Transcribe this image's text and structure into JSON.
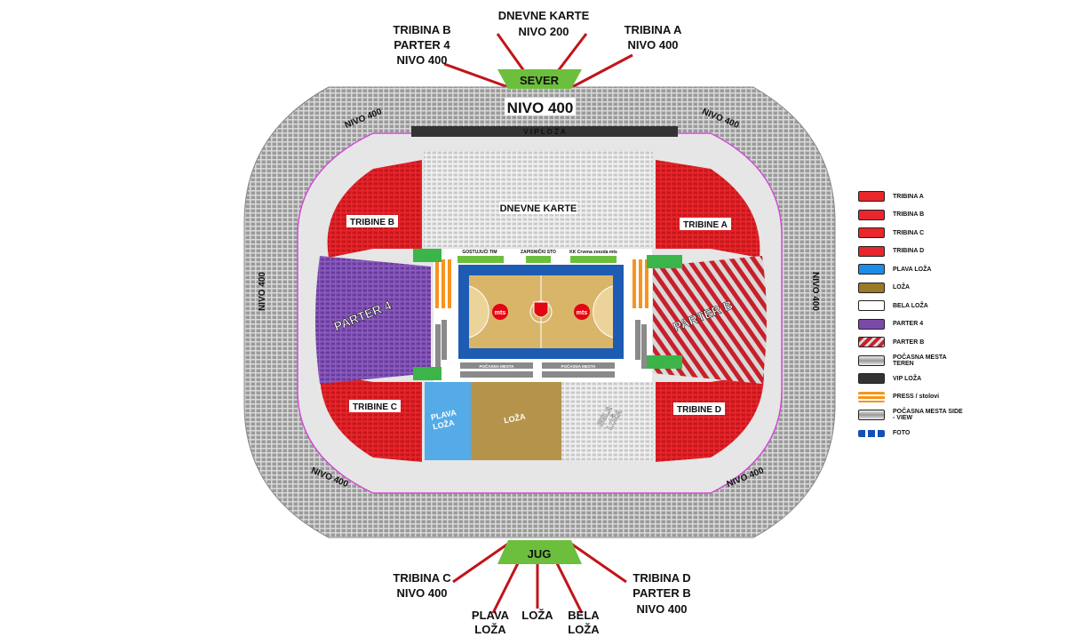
{
  "top_labels": {
    "left": [
      "TRIBINA B",
      "PARTER 4",
      "NIVO 400"
    ],
    "center": [
      "DNEVNE KARTE",
      "NIVO 200"
    ],
    "right": [
      "TRIBINA A",
      "NIVO 400"
    ]
  },
  "bottom_labels": {
    "left": [
      "TRIBINA C",
      "NIVO 400"
    ],
    "right": [
      "TRIBINA D",
      "PARTER B",
      "NIVO 400"
    ],
    "plava": [
      "PLAVA",
      "LOŽA"
    ],
    "loza": "LOŽA",
    "bela": [
      "BELA",
      "LOŽA"
    ]
  },
  "entrances": {
    "north": "SEVER",
    "south": "JUG"
  },
  "map": {
    "nivo_top": "NIVO 400",
    "nivo_corner": "NIVO 400",
    "nivo_left": "NIVO 400",
    "nivo_right": "NIVO 400",
    "vip": "V I P   L O Ž A",
    "dnevne_karte": "DNEVNE KARTE",
    "tribine_a": "TRIBINE A",
    "tribine_b": "TRIBINE B",
    "tribine_c": "TRIBINE C",
    "tribine_d": "TRIBINE D",
    "parter_4": "PARTER 4",
    "parter_b": "PARTER B",
    "plava_loza": [
      "PLAVA",
      "LOŽA"
    ],
    "loza": "LOŽA",
    "bela_loza": [
      "BELA",
      "LOŽA"
    ],
    "gostujuci": "GOSTUJUĆI TIM",
    "zapisnicki": "ZAPISNIČKI STO",
    "home_team": "KK Crvena zvezda mts",
    "pocasna": "POČASNA MESTA",
    "court_logo": "mts"
  },
  "legend": [
    {
      "label": "TRIBINA A",
      "color": "#e8262b"
    },
    {
      "label": "TRIBINA B",
      "color": "#e8262b"
    },
    {
      "label": "TRIBINA C",
      "color": "#e8262b"
    },
    {
      "label": "TRIBINA D",
      "color": "#e8262b"
    },
    {
      "label": "PLAVA LOŽA",
      "color": "#1a8ee8"
    },
    {
      "label": "LOŽA",
      "color": "#9a7a28"
    },
    {
      "label": "BELA LOŽA",
      "color": "#ffffff"
    },
    {
      "label": "PARTER 4",
      "color": "#7b4aa8"
    },
    {
      "label": "PARTER B",
      "color": "#c8202a"
    },
    {
      "label": "POČASNA MESTA TEREN",
      "color": "#bdbdbd"
    },
    {
      "label": "VIP LOŽA",
      "color": "#333333"
    },
    {
      "label": "PRESS / stolovi",
      "color": "#f7941d"
    },
    {
      "label": "POČASNA MESTA SIDE - VIEW",
      "color": "#aaaaaa"
    },
    {
      "label": "FOTO",
      "color": "#1550b8"
    }
  ],
  "colors": {
    "entrance": "#6cbf3c",
    "tribina": "#e8262b",
    "line": "#c0141b"
  }
}
